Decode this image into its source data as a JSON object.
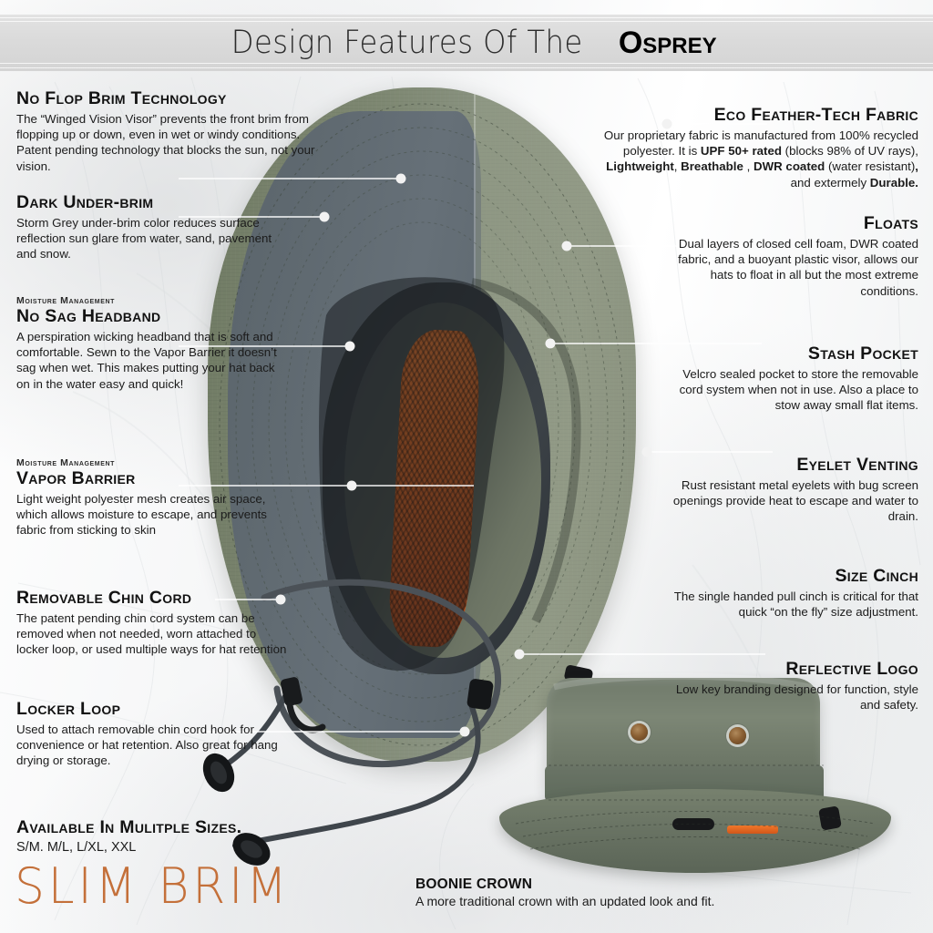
{
  "header": {
    "title_main": "Design Features Of The",
    "title_brand": "Osprey",
    "band_color": "#dcdcdc"
  },
  "colors": {
    "accent_orange": "#c4703a",
    "mesh_orange": "#e4661d",
    "hat_olive": "#838c7c",
    "under_brim_grey": "#5e6a70",
    "leader_line": "#ffffff",
    "text": "#1a1a1a"
  },
  "left_features": [
    {
      "eyebrow": "",
      "heading": "No Flop Brim Technology",
      "body": "The “Winged Vision Visor” prevents the front brim from flopping up or down, even in wet or windy conditions. Patent pending technology that blocks the sun, not your vision."
    },
    {
      "eyebrow": "",
      "heading": "Dark Under-brim",
      "body": "Storm Grey under-brim color reduces surface reflection sun glare from water, sand, pavement and snow."
    },
    {
      "eyebrow": "Moisture Management",
      "heading": "No Sag Headband",
      "body": "A perspiration wicking headband that is soft and comfortable. Sewn to the Vapor Barrier it doesn’t sag when wet. This makes putting your hat back on in the water easy and quick!"
    },
    {
      "eyebrow": "Moisture Management",
      "heading": "Vapor Barrier",
      "body": "Light weight polyester mesh creates air space, which allows moisture to escape, and prevents fabric from sticking to skin"
    },
    {
      "eyebrow": "",
      "heading": "Removable Chin Cord",
      "body": "The patent pending chin cord system can be removed when not needed, worn attached to locker loop, or used multiple ways for hat retention"
    },
    {
      "eyebrow": "",
      "heading": "Locker Loop",
      "body": "Used to attach removable chin cord hook for convenience or hat retention. Also great for hang drying or storage."
    }
  ],
  "right_features": [
    {
      "heading": "Eco Feather-Tech Fabric",
      "body_html": "Our proprietary fabric is manufactured from 100% recycled polyester. It is <b>UPF 50+ rated</b> (blocks 98% of UV rays), <b>Lightweight</b>,  <b>Breathable</b> , <b>DWR coated</b> (water resistant)<b>,</b> and extermely <b>Durable.</b>"
    },
    {
      "heading": "Floats",
      "body_html": "Dual layers of closed cell foam, DWR coated fabric, and a buoyant plastic visor, allows our hats to float in all but the most extreme conditions."
    },
    {
      "heading": "Stash Pocket",
      "body_html": "Velcro sealed pocket to store the removable cord system when not in use.  Also a place to stow away small flat items."
    },
    {
      "heading": "Eyelet Venting",
      "body_html": "Rust resistant metal eyelets with bug screen openings provide heat to escape and water to drain."
    },
    {
      "heading": "Size Cinch",
      "body_html": "The single handed pull cinch is critical for that quick “on the fly” size adjustment."
    },
    {
      "heading": "Reflective Logo",
      "body_html": "Low key branding designed for function, style and safety."
    }
  ],
  "sizes": {
    "heading": "Available In Mulitple Sizes.",
    "list": "S/M. M/L, L/XL, XXL"
  },
  "slim_brim": "SLIM BRIM",
  "boonie_caption": {
    "heading": "BOONIE CROWN",
    "body": "A more traditional crown with an updated look and fit."
  }
}
